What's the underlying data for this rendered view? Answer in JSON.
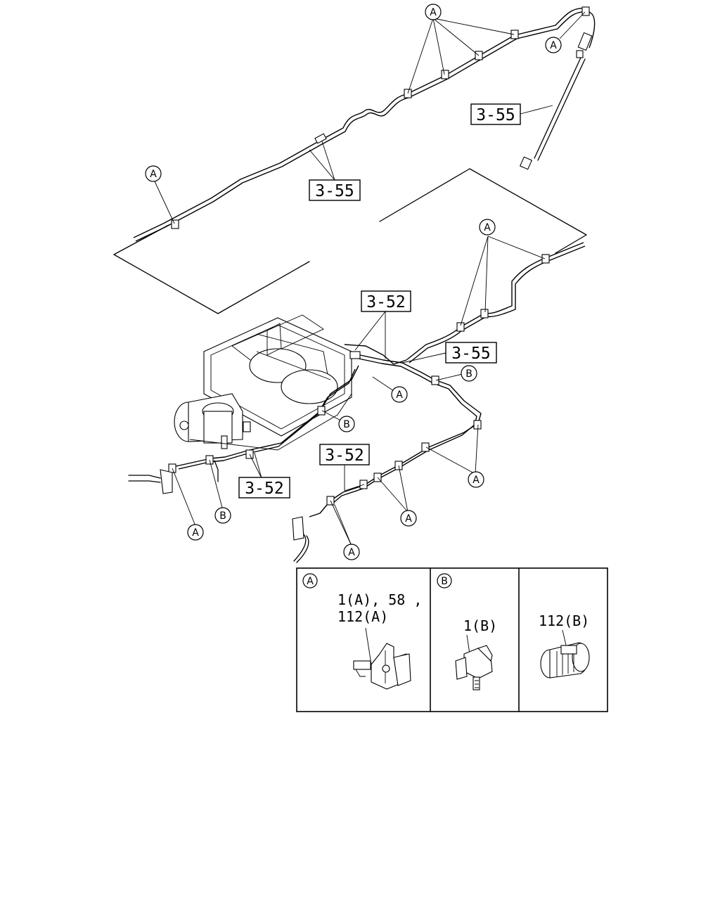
{
  "callouts": {
    "ref_top_right": "3-55",
    "ref_top_center": "3-55",
    "ref_mid_upper": "3-52",
    "ref_mid_right": "3-55",
    "ref_bottom_left": "3-52",
    "ref_bottom_center": "3-52"
  },
  "markers": {
    "a": "A",
    "b": "B"
  },
  "legend": {
    "panel_a": {
      "letter": "A",
      "line1": "1(A), 58 ,",
      "line2": "112(A)"
    },
    "panel_b": {
      "letter": "B",
      "line1": "1(B)"
    },
    "panel_c": {
      "line1": "112(B)"
    }
  }
}
